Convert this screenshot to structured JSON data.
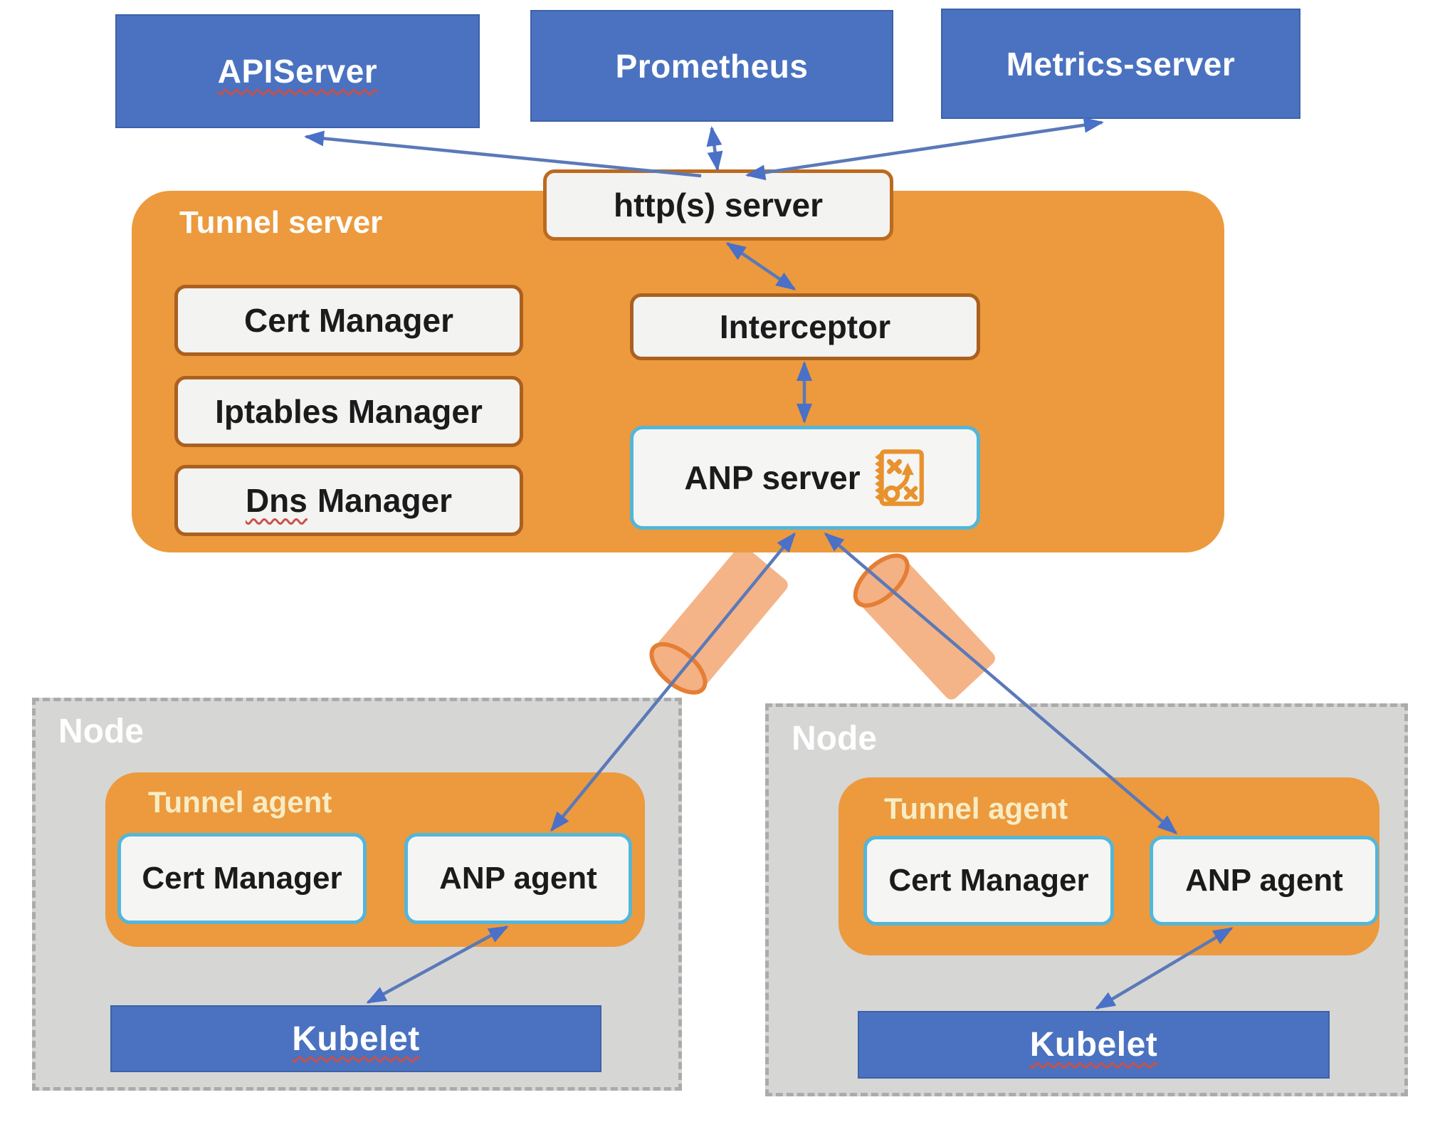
{
  "title": "Tunnel server / Tunnel agent architecture diagram",
  "colors": {
    "box_blue": "#4a72c0",
    "container_orange": "#EC9A3D",
    "cylinder_orange": "#F4B183",
    "cylinder_edge": "#E57E35",
    "white_box_fill": "#F3F3F2",
    "brown_border": "#AB601F",
    "cyan_border": "#54B6D8",
    "node_gray": "#D6D6D5",
    "arrow_blue": "#4a70c8",
    "squiggle_red": "#C9504A"
  },
  "top_boxes": {
    "apiserver": "APIServer",
    "prometheus": "Prometheus",
    "metrics_server": "Metrics-server"
  },
  "tunnel_server": {
    "label": "Tunnel server",
    "https_server": "http(s) server",
    "cert_manager": "Cert Manager",
    "iptables_manager": "Iptables Manager",
    "dns_manager_word1": "Dns",
    "dns_manager_word2": "Manager",
    "interceptor": "Interceptor",
    "anp_server": "ANP server",
    "anp_server_icon": "strategy-icon"
  },
  "nodes": [
    {
      "label": "Node",
      "tunnel_agent": "Tunnel agent",
      "cert_manager": "Cert Manager",
      "anp_agent": "ANP agent",
      "kubelet": "Kubelet"
    },
    {
      "label": "Node",
      "tunnel_agent": "Tunnel agent",
      "cert_manager": "Cert Manager",
      "anp_agent": "ANP agent",
      "kubelet": "Kubelet"
    }
  ]
}
